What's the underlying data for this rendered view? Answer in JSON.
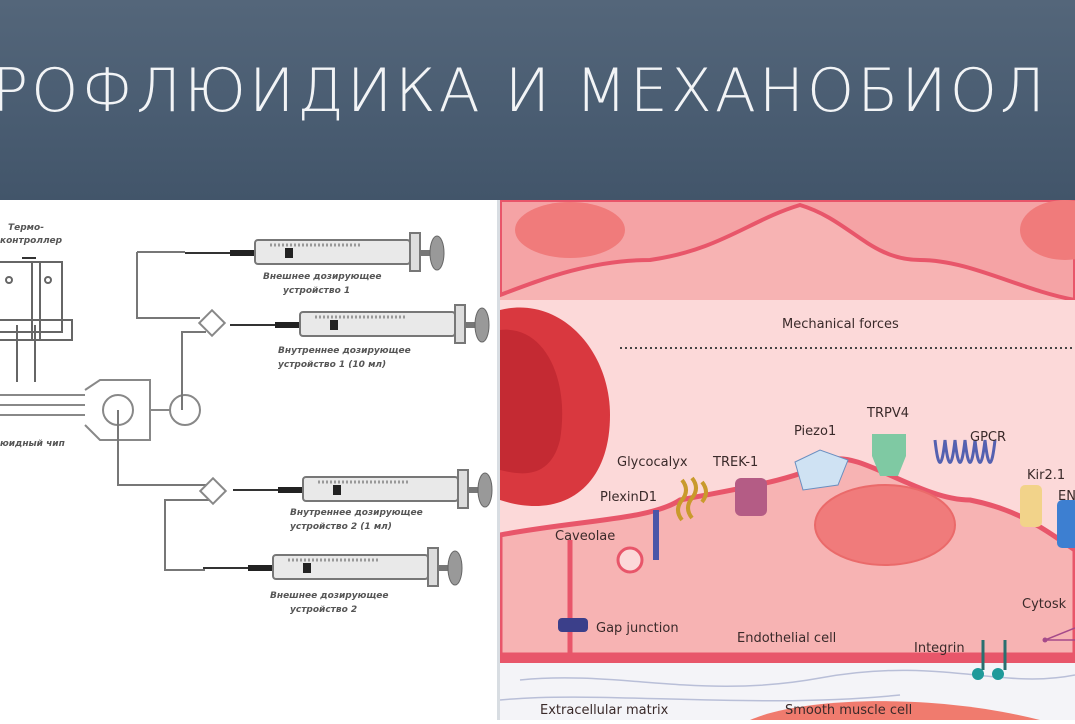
{
  "slide": {
    "title": "РОФЛЮИДИКА И МЕХАНОБИОЛ"
  },
  "left_diagram": {
    "thermo_controller": [
      "Термо-",
      "контроллер"
    ],
    "chip_label": "юидный чип",
    "syringes": [
      {
        "line1": "Внешнее дозирующее",
        "line2": "устройство 1"
      },
      {
        "line1": "Внутреннее дозирующее",
        "line2": "устройство 1 (10 мл)"
      },
      {
        "line1": "Внутреннее дозирующее",
        "line2": "устройство 2 (1 мл)"
      },
      {
        "line1": "Внешнее дозирующее",
        "line2": "устройство 2"
      }
    ]
  },
  "right_diagram": {
    "labels": {
      "mechanical_forces": "Mechanical forces",
      "glycocalyx": "Glycocalyx",
      "trek1": "TREK-1",
      "piezo1": "Piezo1",
      "trpv4": "TRPV4",
      "gpcr": "GPCR",
      "kir21": "Kir2.1",
      "enac": "EN",
      "plexind1": "PlexinD1",
      "caveolae": "Caveolae",
      "gap_junction": "Gap junction",
      "endothelial_cell": "Endothelial cell",
      "integrin": "Integrin",
      "cytoskeleton": "Cytosk",
      "extracellular_matrix": "Extracellular matrix",
      "smooth_muscle_cell": "Smooth muscle cell"
    },
    "colors": {
      "cell": "#f7b3b3",
      "membrane": "#e8566a",
      "nucleus": "#f07b7b",
      "rbc": "#d9383f"
    }
  }
}
